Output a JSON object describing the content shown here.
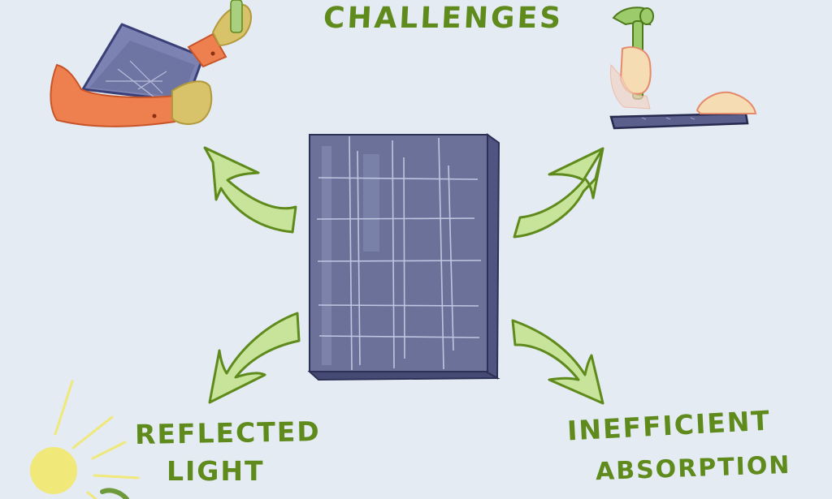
{
  "diagram": {
    "title": "Challenges",
    "colors": {
      "background": "#e4ebf3",
      "text_green": "#5f8a1c",
      "arrow_fill": "#c8e39a",
      "arrow_stroke": "#5f8a1c",
      "panel_fill": "#6b7199",
      "panel_edge": "#3a3d63",
      "panel_grid": "#c9cfe8",
      "sleeve_orange": "#ee7f4f",
      "hand_yellow": "#d8c26a",
      "skin": "#f5dcb3",
      "hammer_green": "#9ccb6b",
      "sun_yellow": "#f0e878"
    },
    "center": {
      "label": "solar-panel"
    },
    "branches": [
      {
        "position": "top-left",
        "label_partial": "",
        "illustration": "hands-carrying-solar-panel"
      },
      {
        "position": "top-right",
        "label_partial": "",
        "illustration": "hand-with-hammer-over-panel"
      },
      {
        "position": "bottom-left",
        "label_line1": "Reflected",
        "label_line2": "Light",
        "illustration": "sun"
      },
      {
        "position": "bottom-right",
        "label_line1": "Inefficient",
        "label_line2": "Absorption",
        "illustration": ""
      }
    ]
  }
}
